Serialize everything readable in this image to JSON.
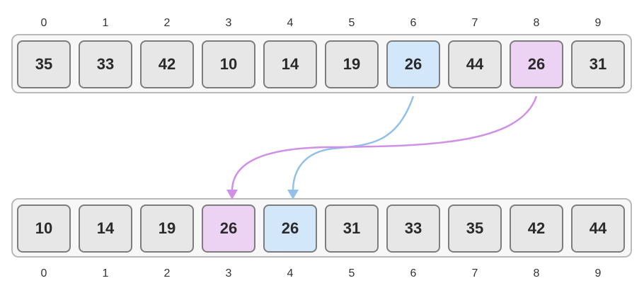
{
  "top_array": {
    "indices": [
      "0",
      "1",
      "2",
      "3",
      "4",
      "5",
      "6",
      "7",
      "8",
      "9"
    ],
    "values": [
      "35",
      "33",
      "42",
      "10",
      "14",
      "19",
      "26",
      "44",
      "26",
      "31"
    ],
    "highlights": {
      "6": "blue",
      "8": "pink"
    }
  },
  "bottom_array": {
    "indices": [
      "0",
      "1",
      "2",
      "3",
      "4",
      "5",
      "6",
      "7",
      "8",
      "9"
    ],
    "values": [
      "10",
      "14",
      "19",
      "26",
      "26",
      "31",
      "33",
      "35",
      "42",
      "44"
    ],
    "highlights": {
      "3": "pink",
      "4": "blue"
    }
  },
  "arrows": [
    {
      "from_top_index": 6,
      "to_bottom_index": 4,
      "color": "#93c0e9"
    },
    {
      "from_top_index": 8,
      "to_bottom_index": 3,
      "color": "#d090e6"
    }
  ],
  "colors": {
    "blue_highlight": "#d3e7fb",
    "pink_highlight": "#ecd3f3",
    "cell_fill": "#e7e7e7"
  }
}
